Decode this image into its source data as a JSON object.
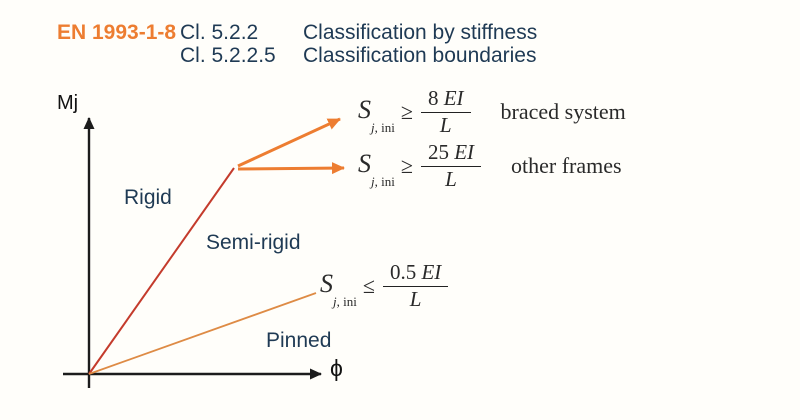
{
  "header": {
    "code": "EN 1993-1-8",
    "rows": [
      {
        "clause": "Cl. 5.2.2",
        "title": "Classification by stiffness"
      },
      {
        "clause": "Cl. 5.2.2.5",
        "title": "Classification boundaries"
      }
    ]
  },
  "diagram": {
    "y_axis_label": "Mj",
    "x_axis_label": "ϕ",
    "regions": [
      {
        "label": "Rigid"
      },
      {
        "label": "Semi-rigid"
      },
      {
        "label": "Pinned"
      }
    ],
    "formulas": [
      {
        "symbol": "S",
        "sub_var": "j",
        "sub_text": ", ini",
        "relation": "≥",
        "num_coef": "8",
        "num_var": "EI",
        "denominator": "L",
        "note": "braced system"
      },
      {
        "symbol": "S",
        "sub_var": "j",
        "sub_text": ", ini",
        "relation": "≥",
        "num_coef": "25",
        "num_var": "EI",
        "denominator": "L",
        "note": "other frames"
      },
      {
        "symbol": "S",
        "sub_var": "j",
        "sub_text": ", ini",
        "relation": "≤",
        "num_coef": "0.5",
        "num_var": "EI",
        "denominator": "L",
        "note": ""
      }
    ]
  },
  "colors": {
    "accent_orange": "#ED7D31",
    "navy_text": "#1F3A54",
    "rigid_line": "#C43B2C",
    "pinned_line": "#DE8B45",
    "axis": "#1C1C1C",
    "math": "#2A2A2A",
    "bg": "#FFFEFA"
  }
}
